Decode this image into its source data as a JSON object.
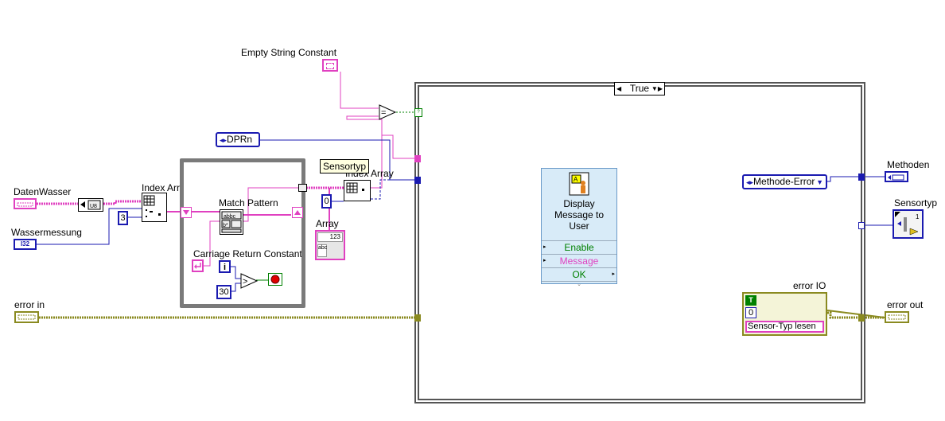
{
  "labels": {
    "empty_string": "Empty String Constant",
    "daten_wasser": "DatenWasser",
    "wassermessung": "Wassermessung",
    "index_array_1": "Index Arr",
    "index_array_2": "Index Array",
    "sensortyp_tip": "Sensortyp",
    "match_pattern": "Match Pattern",
    "carriage_return": "Carriage Return Constant",
    "array": "Array",
    "error_in": "error in",
    "error_out": "error out",
    "error_io": "error IO",
    "methoden": "Methoden",
    "sensortyp": "Sensortyp"
  },
  "constants": {
    "dprn": "DPRn",
    "index_3": "3",
    "index_0": "0",
    "loop_count": "30",
    "loop_i": "i",
    "methode_error": "Methode-Error",
    "case_selector": "True",
    "error_code": "0",
    "error_bool": "T",
    "error_source": "Sensor-Typ lesen",
    "array_num": "123",
    "array_str": "abc"
  },
  "dmu": {
    "title": "Display Message to User",
    "rows": [
      "Enable",
      "Message",
      "OK"
    ]
  },
  "colors": {
    "string": "#e040c0",
    "integer": "#1a1ab0",
    "boolean": "#008000",
    "error_cluster": "#8a8a20",
    "dmu_bg": "#d8ebf8"
  },
  "icons": {
    "compare_equal": "equal-compare-icon",
    "compare_greater": "greater-compare-icon",
    "stop": "stop-icon",
    "dmu": "display-message-icon"
  }
}
